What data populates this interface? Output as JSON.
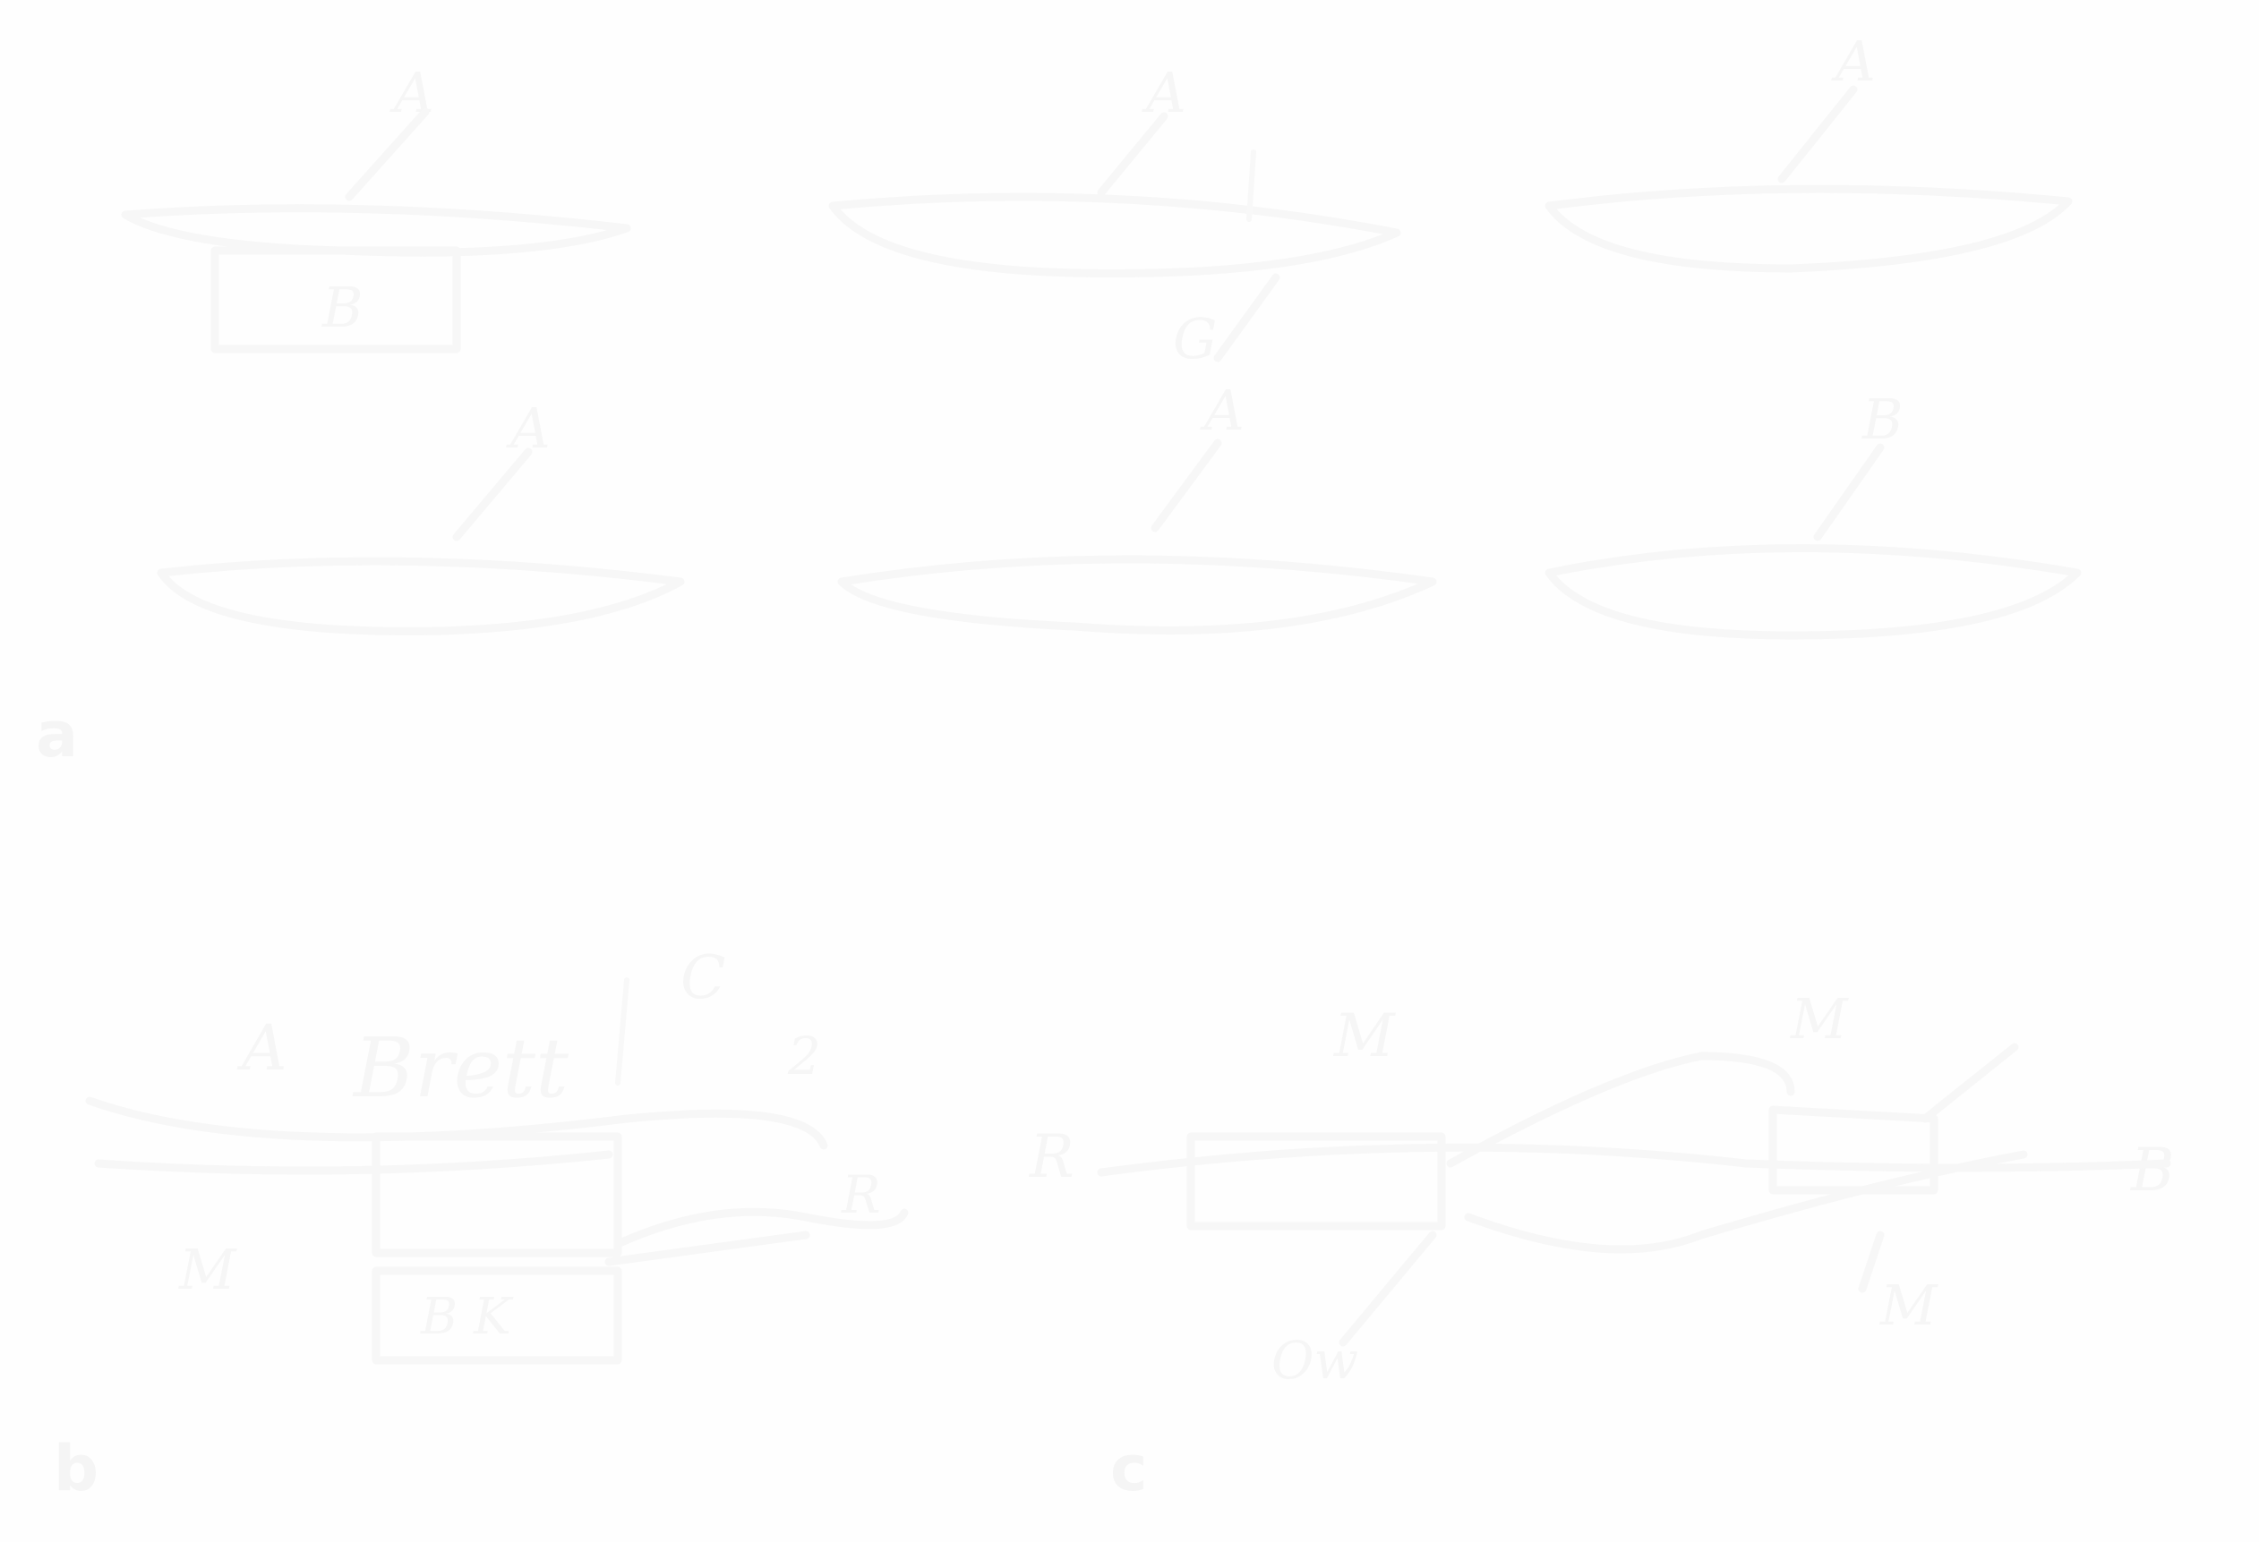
{
  "panels": [
    {
      "id": "a",
      "label": "a"
    },
    {
      "id": "b",
      "label": "b"
    },
    {
      "id": "c",
      "label": "c"
    }
  ],
  "panel_a": {
    "labels": {
      "top_left_apex": "A",
      "box_letter": "B",
      "top_middle_apex": "A",
      "middle_gap": "G",
      "second_middle": "A",
      "top_right_apex": "A",
      "lower_left_apex": "A",
      "lower_right_apex": "B"
    }
  },
  "panel_b": {
    "labels": {
      "left_letter": "A",
      "word": "Brett",
      "top_right": "C",
      "side_right_1": "2",
      "side_right_2": "R",
      "bottom_left": "M",
      "box_letters": "B K"
    }
  },
  "panel_c": {
    "labels": {
      "top_left": "M",
      "left_side": "R",
      "right_side": "B",
      "right_top": "M",
      "bottom_right": "M",
      "bottom_left": "Ow"
    }
  },
  "colors": {
    "background": "#fefefe",
    "stroke": "#f7f7f7",
    "text": "#f6f6f6"
  }
}
